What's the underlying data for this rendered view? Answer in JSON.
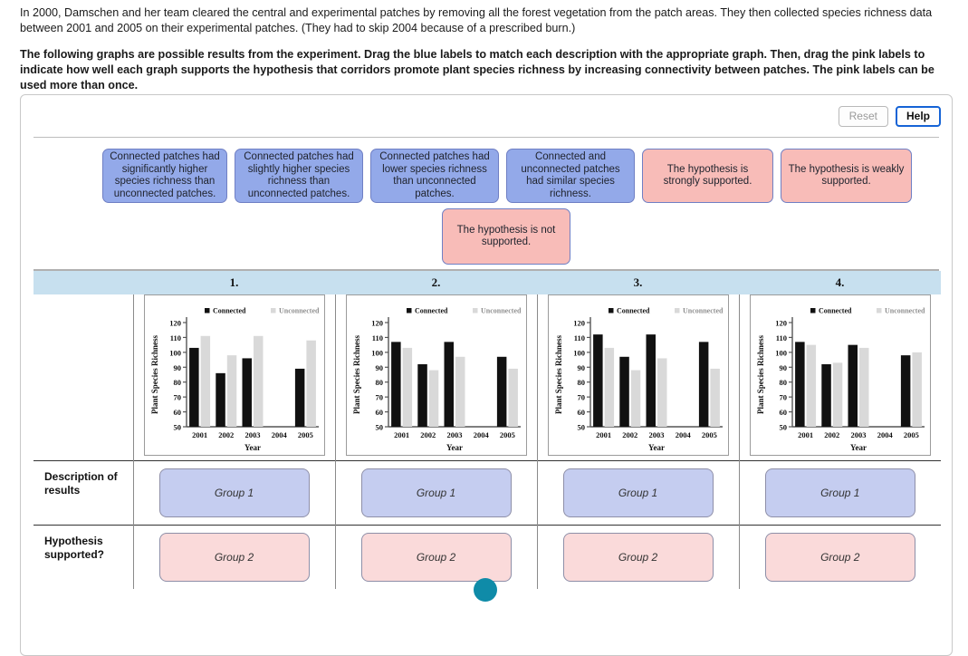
{
  "intro": {
    "paragraph1": "In 2000, Damschen and her team cleared the central and experimental patches by removing all the forest vegetation from the patch areas. They then collected species richness data between 2001 and 2005 on their experimental patches. (They had to skip 2004 because of a prescribed burn.)",
    "paragraph2": "The following graphs are possible results from the experiment. Drag the blue labels to match each description with the appropriate graph. Then, drag the pink labels to indicate how well each graph supports the hypothesis that corridors promote plant species richness by increasing connectivity between patches. The pink labels can be used more than once."
  },
  "toolbar": {
    "reset_label": "Reset",
    "help_label": "Help"
  },
  "label_bank": {
    "blue_labels": [
      "Connected patches had significantly higher species richness than unconnected patches.",
      "Connected patches had slightly higher species richness than unconnected patches.",
      "Connected patches had lower species richness than unconnected patches.",
      "Connected and unconnected patches had similar species richness."
    ],
    "pink_labels": [
      "The hypothesis is strongly supported.",
      "The hypothesis is weakly supported.",
      "The hypothesis is not supported."
    ]
  },
  "matrix": {
    "column_headers": [
      "1.",
      "2.",
      "3.",
      "4."
    ],
    "row_labels": {
      "description": "Description of results",
      "hypothesis": "Hypothesis supported?"
    },
    "dropzones": {
      "blue_placeholder": "Group 1",
      "pink_placeholder": "Group 2"
    }
  },
  "colors": {
    "blue_chip": "#93a9e9",
    "pink_chip": "#f8bcb8",
    "blue_dropzone": "#c5cdf0",
    "pink_dropzone": "#fadada",
    "header_band": "#c7e0ef",
    "connected_bar": "#111111",
    "unconnected_bar": "#d9d9d9",
    "help_focus": "#1563d6",
    "teal_accent": "#0f8ba8"
  },
  "chart_data": [
    {
      "type": "bar",
      "title": "1.",
      "xlabel": "Year",
      "ylabel": "Plant Species Richness",
      "categories": [
        "2001",
        "2002",
        "2003",
        "2004",
        "2005"
      ],
      "ylim": [
        50,
        120
      ],
      "yticks": [
        50,
        60,
        70,
        80,
        90,
        100,
        110,
        120
      ],
      "grid": false,
      "legend": [
        "Connected",
        "Unconnected"
      ],
      "legend_position": "top",
      "series": [
        {
          "name": "Connected",
          "values": [
            103,
            86,
            96,
            null,
            89
          ]
        },
        {
          "name": "Unconnected",
          "values": [
            111,
            98,
            111,
            null,
            108
          ]
        }
      ]
    },
    {
      "type": "bar",
      "title": "2.",
      "xlabel": "Year",
      "ylabel": "Plant Species Richness",
      "categories": [
        "2001",
        "2002",
        "2003",
        "2004",
        "2005"
      ],
      "ylim": [
        50,
        120
      ],
      "yticks": [
        50,
        60,
        70,
        80,
        90,
        100,
        110,
        120
      ],
      "grid": false,
      "legend": [
        "Connected",
        "Unconnected"
      ],
      "legend_position": "top",
      "series": [
        {
          "name": "Connected",
          "values": [
            107,
            92,
            107,
            null,
            97
          ]
        },
        {
          "name": "Unconnected",
          "values": [
            103,
            88,
            97,
            null,
            89
          ]
        }
      ]
    },
    {
      "type": "bar",
      "title": "3.",
      "xlabel": "Year",
      "ylabel": "Plant Species Richness",
      "categories": [
        "2001",
        "2002",
        "2003",
        "2004",
        "2005"
      ],
      "ylim": [
        50,
        120
      ],
      "yticks": [
        50,
        60,
        70,
        80,
        90,
        100,
        110,
        120
      ],
      "grid": false,
      "legend": [
        "Connected",
        "Unconnected"
      ],
      "legend_position": "top",
      "series": [
        {
          "name": "Connected",
          "values": [
            112,
            97,
            112,
            null,
            107
          ]
        },
        {
          "name": "Unconnected",
          "values": [
            103,
            88,
            96,
            null,
            89
          ]
        }
      ]
    },
    {
      "type": "bar",
      "title": "4.",
      "xlabel": "Year",
      "ylabel": "Plant Species Richness",
      "categories": [
        "2001",
        "2002",
        "2003",
        "2004",
        "2005"
      ],
      "ylim": [
        50,
        120
      ],
      "yticks": [
        50,
        60,
        70,
        80,
        90,
        100,
        110,
        120
      ],
      "grid": false,
      "legend": [
        "Connected",
        "Unconnected"
      ],
      "legend_position": "top",
      "series": [
        {
          "name": "Connected",
          "values": [
            107,
            92,
            105,
            null,
            98
          ]
        },
        {
          "name": "Unconnected",
          "values": [
            105,
            93,
            103,
            null,
            100
          ]
        }
      ]
    }
  ]
}
